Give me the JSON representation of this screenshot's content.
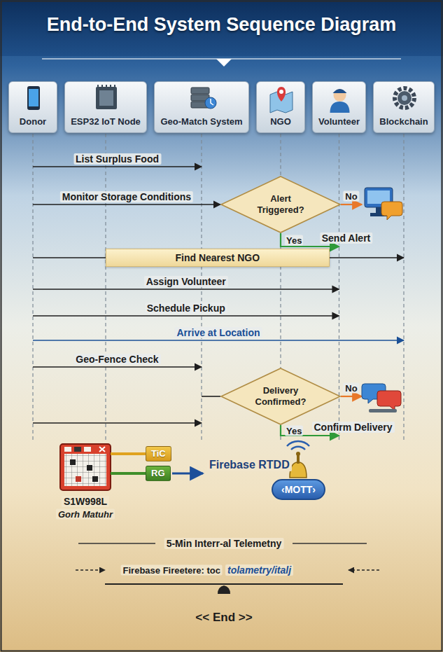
{
  "diagram": {
    "title": "End-to-End System Sequence Diagram",
    "nodes": [
      {
        "text": [
          "Donor"
        ]
      },
      {
        "text": [
          "ESP32 IoT Node"
        ]
      },
      {
        "text": [
          "Geo-Match System"
        ]
      },
      {
        "text": [
          "NGO"
        ]
      },
      {
        "text": [
          "Volunteer"
        ]
      },
      {
        "text": [
          "Blockchain"
        ]
      },
      {
        "text": [
          "Alert Triggered?"
        ]
      },
      {
        "text": [
          "Find Nearest NGO"
        ]
      },
      {
        "text": [
          "Delivery Confirmed?"
        ]
      },
      {
        "text": [
          "TiC"
        ]
      },
      {
        "text": [
          "RG"
        ]
      },
      {
        "text": [
          "‹MOTT›"
        ]
      }
    ],
    "edges": [
      {
        "from": 0,
        "to": 2,
        "label": "List Surplus Food",
        "arrow": "to"
      },
      {
        "from": 0,
        "to": 6,
        "label": "Monitor Storage Conditions",
        "arrow": "to"
      },
      {
        "from": 6,
        "to": 4,
        "label": "Yes",
        "arrow": "to"
      },
      {
        "from": 0,
        "to": 5,
        "arrow": "to"
      },
      {
        "from": 0,
        "to": 4,
        "label": "Assign Volunteer",
        "arrow": "to"
      },
      {
        "from": 0,
        "to": 4,
        "label": "Schedule Pickup",
        "arrow": "to"
      },
      {
        "from": 0,
        "to": 5,
        "label": "Arrive at Location",
        "arrow": "to"
      },
      {
        "from": 0,
        "to": 2,
        "label": "Geo-Fence Check",
        "arrow": "to"
      },
      {
        "from": 2,
        "to": 8,
        "arrow": "none"
      },
      {
        "from": 8,
        "to": 4,
        "label": "Yes",
        "arrow": "to"
      },
      {
        "from": 0,
        "to": 2,
        "arrow": "to"
      }
    ],
    "labels": [
      "No",
      "Send Alert",
      "No",
      "Confirm Delivery",
      "S1W998L",
      "Gorh Matuhr",
      "Firebase RTDD",
      "5-Min Interr-al Telemetny",
      "Firebase Fireetere: toc",
      "tolametry/italj",
      "<< End >>"
    ]
  }
}
